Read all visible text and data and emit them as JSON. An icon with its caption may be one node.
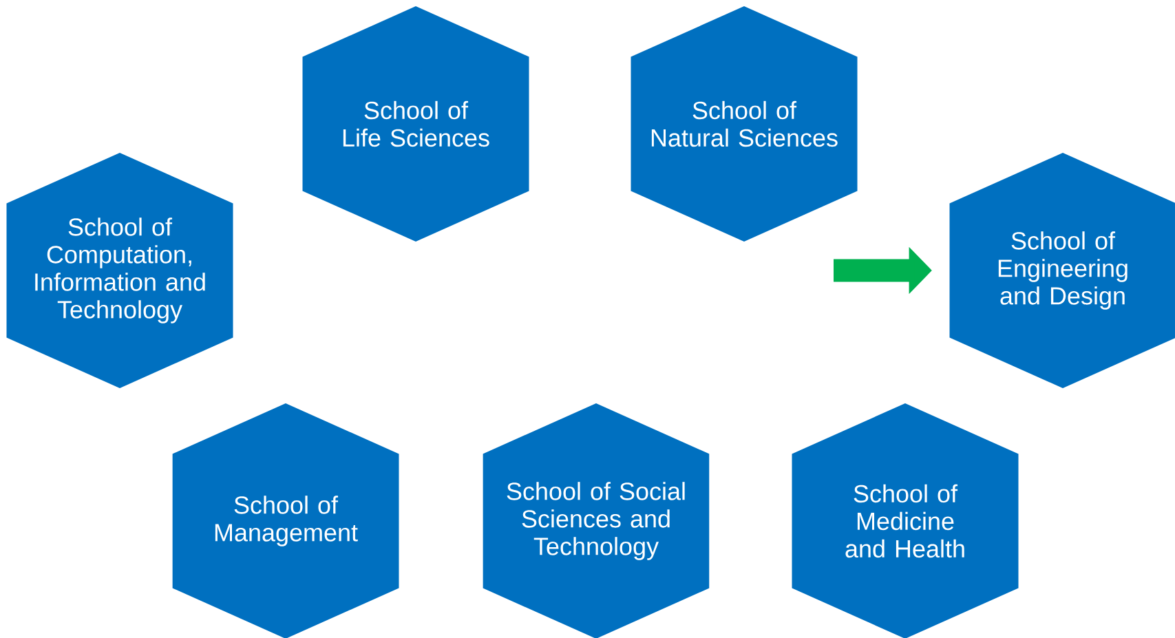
{
  "diagram": {
    "nodes": [
      {
        "text": [
          "School of Life Sciences"
        ]
      },
      {
        "text": [
          "School of Natural Sciences"
        ]
      },
      {
        "text": [
          "School of Computation, Information and Technology"
        ]
      },
      {
        "text": [
          "School of Engineering and Design"
        ]
      },
      {
        "text": [
          "School of Management"
        ]
      },
      {
        "text": [
          "School of Social Sciences and Technology"
        ]
      },
      {
        "text": [
          "School of Medicine and Health"
        ]
      }
    ],
    "edges": [
      {
        "from": null,
        "to": 3,
        "arrow": "to",
        "color": "#00b050"
      }
    ]
  }
}
